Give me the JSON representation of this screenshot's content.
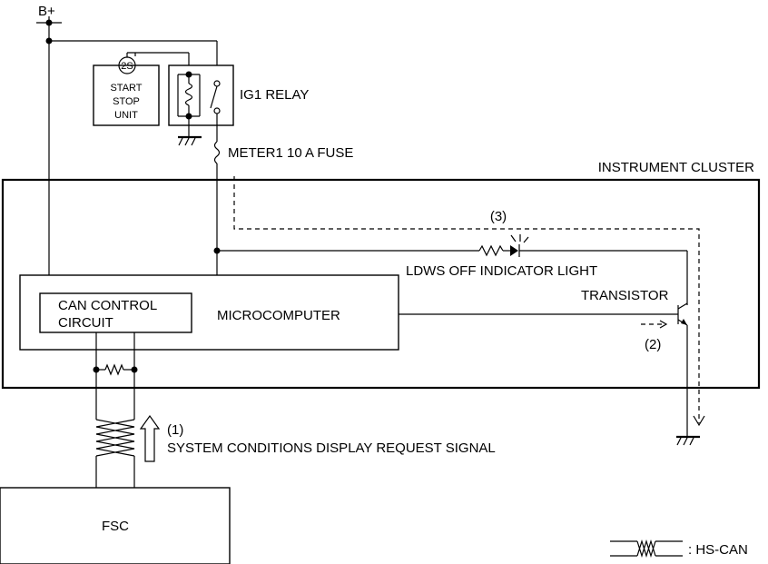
{
  "labels": {
    "supply": "B+",
    "start_stop_unit": [
      "START",
      "STOP",
      "UNIT"
    ],
    "start_stop_terminal": "2S",
    "ig1_relay": "IG1 RELAY",
    "fuse": "METER1 10 A FUSE",
    "instrument_cluster": "INSTRUMENT CLUSTER",
    "step3": "(3)",
    "indicator_light": "LDWS OFF INDICATOR LIGHT",
    "transistor": "TRANSISTOR",
    "can_control_circuit": [
      "CAN CONTROL",
      "CIRCUIT"
    ],
    "microcomputer": "MICROCOMPUTER",
    "step2": "(2)",
    "step1": "(1)",
    "signal": "SYSTEM CONDITIONS DISPLAY REQUEST SIGNAL",
    "fsc": "FSC",
    "legend": ": HS-CAN"
  }
}
